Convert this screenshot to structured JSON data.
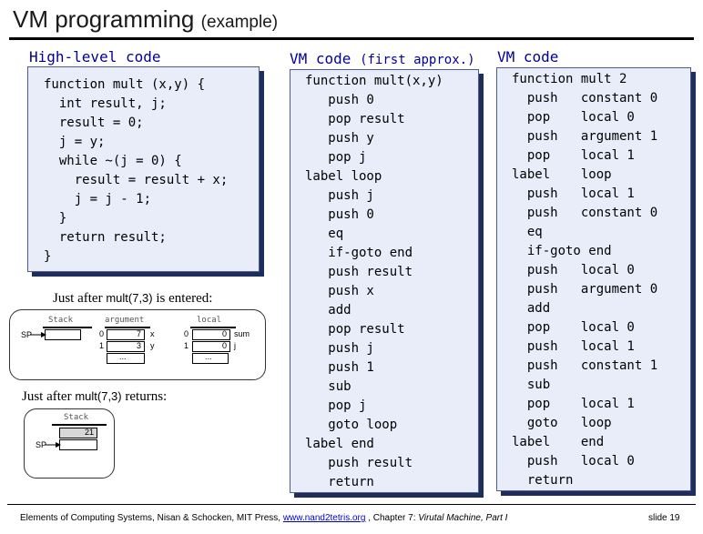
{
  "title": {
    "main": "VM programming",
    "sub": "(example)"
  },
  "columns": {
    "high_level": {
      "heading": "High-level code",
      "lines": [
        "function mult (x,y) {",
        "  int result, j;",
        "  result = 0;",
        "  j = y;",
        "  while ~(j = 0) {",
        "    result = result + x;",
        "    j = j - 1;",
        "  }",
        "  return result;",
        "}"
      ]
    },
    "vm_first": {
      "heading": "VM code",
      "heading_sub": "(first approx.)",
      "lines": [
        "function mult(x,y)",
        "   push 0",
        "   pop result",
        "   push y",
        "   pop j",
        "label loop",
        "   push j",
        "   push 0",
        "   eq",
        "   if-goto end",
        "   push result",
        "   push x",
        "   add",
        "   pop result",
        "   push j",
        "   push 1",
        "   sub",
        "   pop j",
        "   goto loop",
        "label end",
        "   push result",
        "   return"
      ]
    },
    "vm_final": {
      "heading": "VM code",
      "lines": [
        "function mult 2",
        "  push   constant 0",
        "  pop    local 0",
        "  push   argument 1",
        "  pop    local 1",
        "label    loop",
        "  push   local 1",
        "  push   constant 0",
        "  eq",
        "  if-goto end",
        "  push   local 0",
        "  push   argument 0",
        "  add",
        "  pop    local 0",
        "  push   local 1",
        "  push   constant 1",
        "  sub",
        "  pop    local 1",
        "  goto   loop",
        "label    end",
        "  push   local 0",
        "  return"
      ]
    }
  },
  "diagram_entered": {
    "caption_pre": "Just after ",
    "caption_fn": "mult(7,3)",
    "caption_post": " is entered:",
    "stack_label": "Stack",
    "sp_label": "SP",
    "argument_label": "argument",
    "local_label": "local",
    "argument_rows": [
      {
        "index": "0",
        "value": "7",
        "name": "x"
      },
      {
        "index": "1",
        "value": "3",
        "name": "y"
      }
    ],
    "local_rows": [
      {
        "index": "0",
        "value": "0",
        "name": "sum"
      },
      {
        "index": "1",
        "value": "0",
        "name": "j"
      }
    ],
    "ellipsis": "..."
  },
  "diagram_returns": {
    "caption_pre": "Just after ",
    "caption_fn": "mult(7,3)",
    "caption_post": " returns:",
    "stack_label": "Stack",
    "sp_label": "SP",
    "top_value": "21"
  },
  "footer": {
    "text_pre": "Elements of Computing Systems, Nisan & Schocken, MIT Press, ",
    "link": "www.nand2tetris.org",
    "text_mid": " , Chapter 7: ",
    "chapter": "Virutal Machine, Part I",
    "slide": "slide 19"
  }
}
